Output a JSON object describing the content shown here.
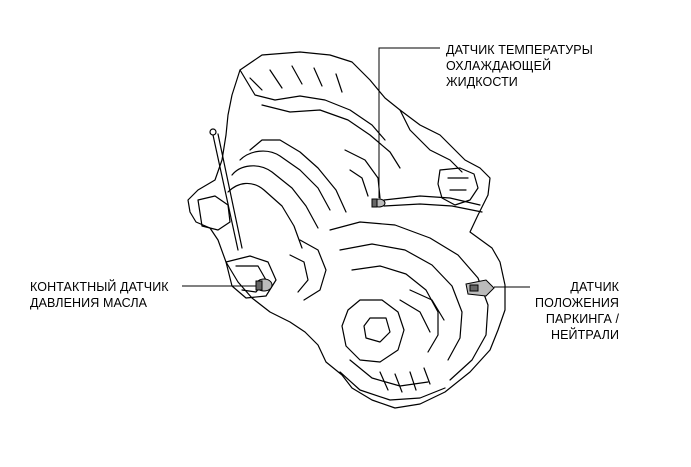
{
  "labels": {
    "coolant_temp_sensor": [
      "ДАТЧИК ТЕМПЕРАТУРЫ",
      "ОХЛАЖДАЮЩЕЙ",
      "ЖИДКОСТИ"
    ],
    "oil_pressure_switch": [
      "КОНТАКТНЫЙ ДАТЧИК",
      "ДАВЛЕНИЯ МАСЛА"
    ],
    "park_neutral_switch": [
      "ДАТЧИК",
      "ПОЛОЖЕНИЯ",
      "ПАРКИНГА /",
      "НЕЙТРАЛИ"
    ]
  }
}
